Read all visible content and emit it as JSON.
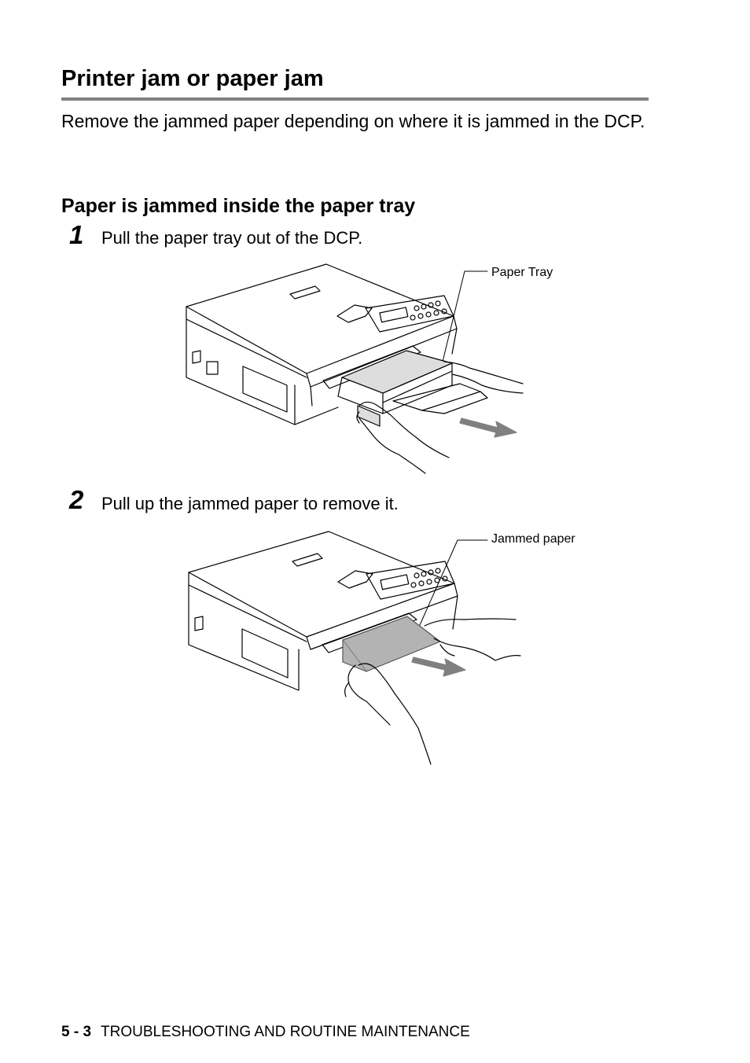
{
  "page": {
    "title": "Printer jam or paper jam",
    "intro": "Remove the jammed paper depending on where it is jammed in the DCP."
  },
  "section": {
    "heading": "Paper is jammed inside the paper tray"
  },
  "steps": [
    {
      "number": "1",
      "text": "Pull the paper tray out of the DCP.",
      "callout": "Paper Tray"
    },
    {
      "number": "2",
      "text": "Pull up the jammed paper to remove it.",
      "callout": "Jammed paper"
    }
  ],
  "footer": {
    "page_number": "5 - 3",
    "chapter": "TROUBLESHOOTING AND ROUTINE MAINTENANCE"
  },
  "colors": {
    "rule": "#808080",
    "paper_fill": "#b3b3b3",
    "arrow_fill": "#808080"
  },
  "icons": [
    "printer-illustration",
    "hand-illustration",
    "arrow-icon"
  ]
}
